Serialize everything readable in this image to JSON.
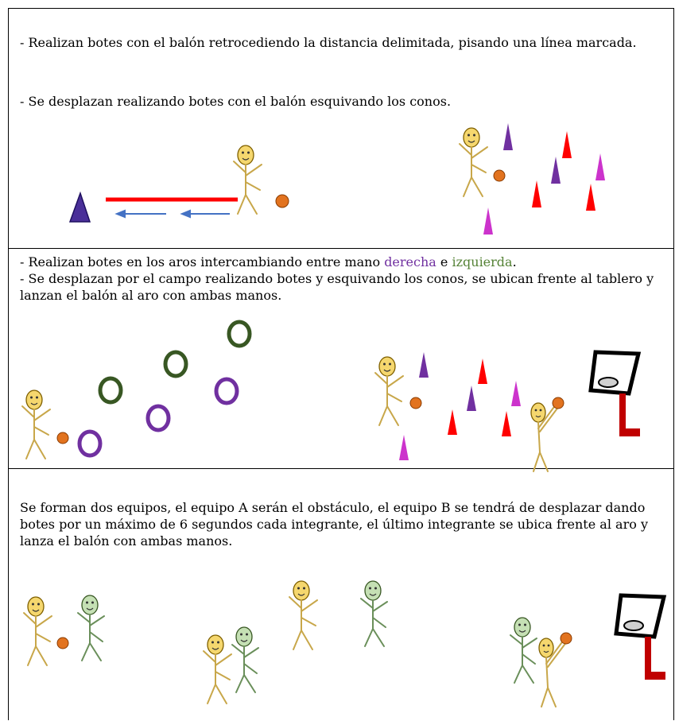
{
  "section1": {
    "line1": "- Realizan botes con el balón retrocediendo la distancia delimitada, pisando una línea marcada.",
    "line2": "- Se desplazan realizando botes con el balón esquivando los conos."
  },
  "section2": {
    "line1_before": "- Realizan botes en los aros intercambiando entre mano ",
    "word_right": "derecha",
    "word_and": " e ",
    "word_left": "izquierda",
    "line1_end": ".",
    "line2": "- Se desplazan por el campo realizando botes y esquivando los conos, se ubican frente al tablero y lanzan el balón al aro con ambas manos."
  },
  "section3": {
    "text": "Se forman dos equipos, el equipo A serán el obstáculo, el equipo B se tendrá de desplazar dando botes por un máximo de 6 segundos cada integrante, el último integrante se ubica frente al aro y lanza el balón con ambas manos."
  },
  "colors": {
    "yellow_figure": "#f5d76e",
    "green_figure": "#c5e0b4",
    "cone_red": "#ff0000",
    "cone_purple": "#7030a0",
    "cone_magenta": "#cc33cc",
    "ring_green": "#385723",
    "ring_purple": "#7030a0",
    "ball": "#e2731f"
  }
}
